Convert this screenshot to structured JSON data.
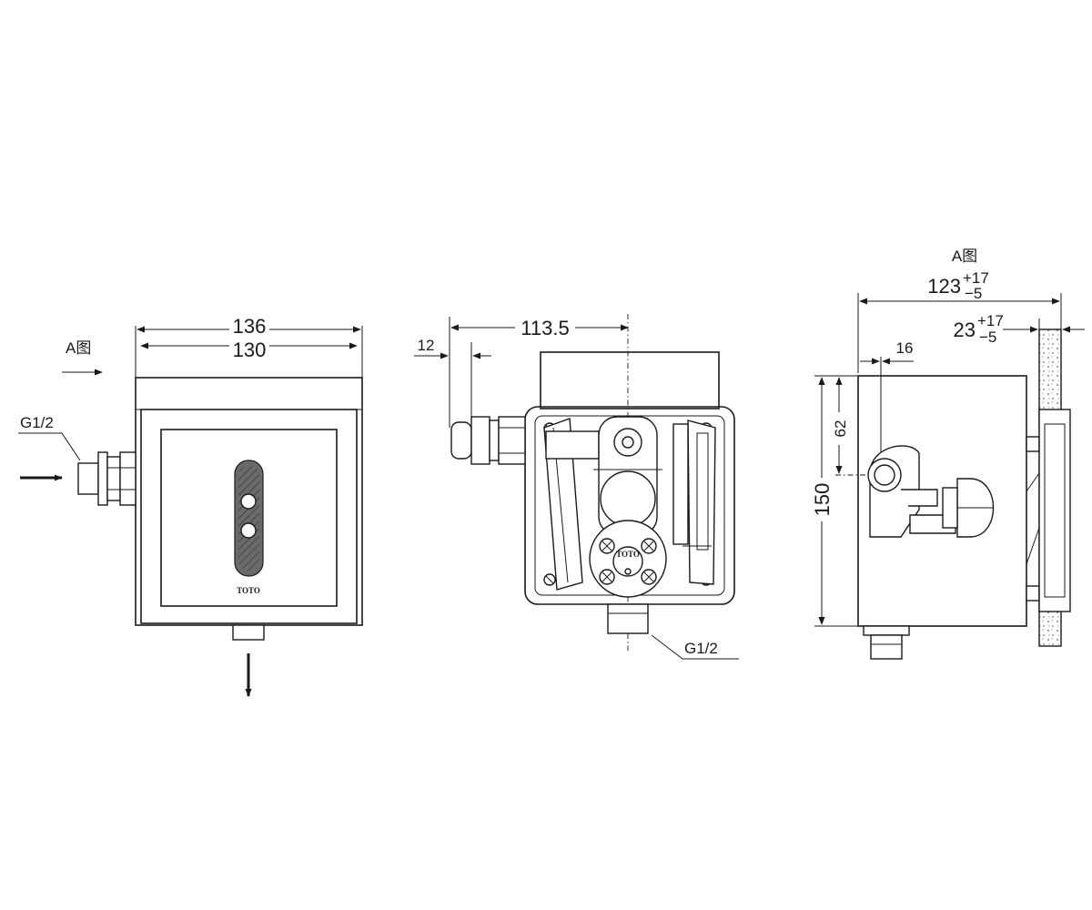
{
  "front_view": {
    "view_label": "A图",
    "width_outer": "136",
    "width_inner": "130",
    "inlet_thread": "G1/2",
    "brand_mark": "TOTO"
  },
  "rear_view": {
    "centre_offset": "113.5",
    "inlet_length": "12",
    "outlet_thread": "G1/2",
    "brand_mark": "TOTO"
  },
  "side_view": {
    "title": "A图",
    "depth_main": "123",
    "depth_main_tol_plus": "+17",
    "depth_main_tol_minus": "−5",
    "wall_depth": "23",
    "wall_depth_tol_plus": "+17",
    "wall_depth_tol_minus": "−5",
    "inlet_offset": "16",
    "inlet_height": "62",
    "height": "150"
  },
  "colors": {
    "line": "#1a1a1a",
    "shade": "#d9d9d9",
    "dark": "#6a6a6a"
  }
}
